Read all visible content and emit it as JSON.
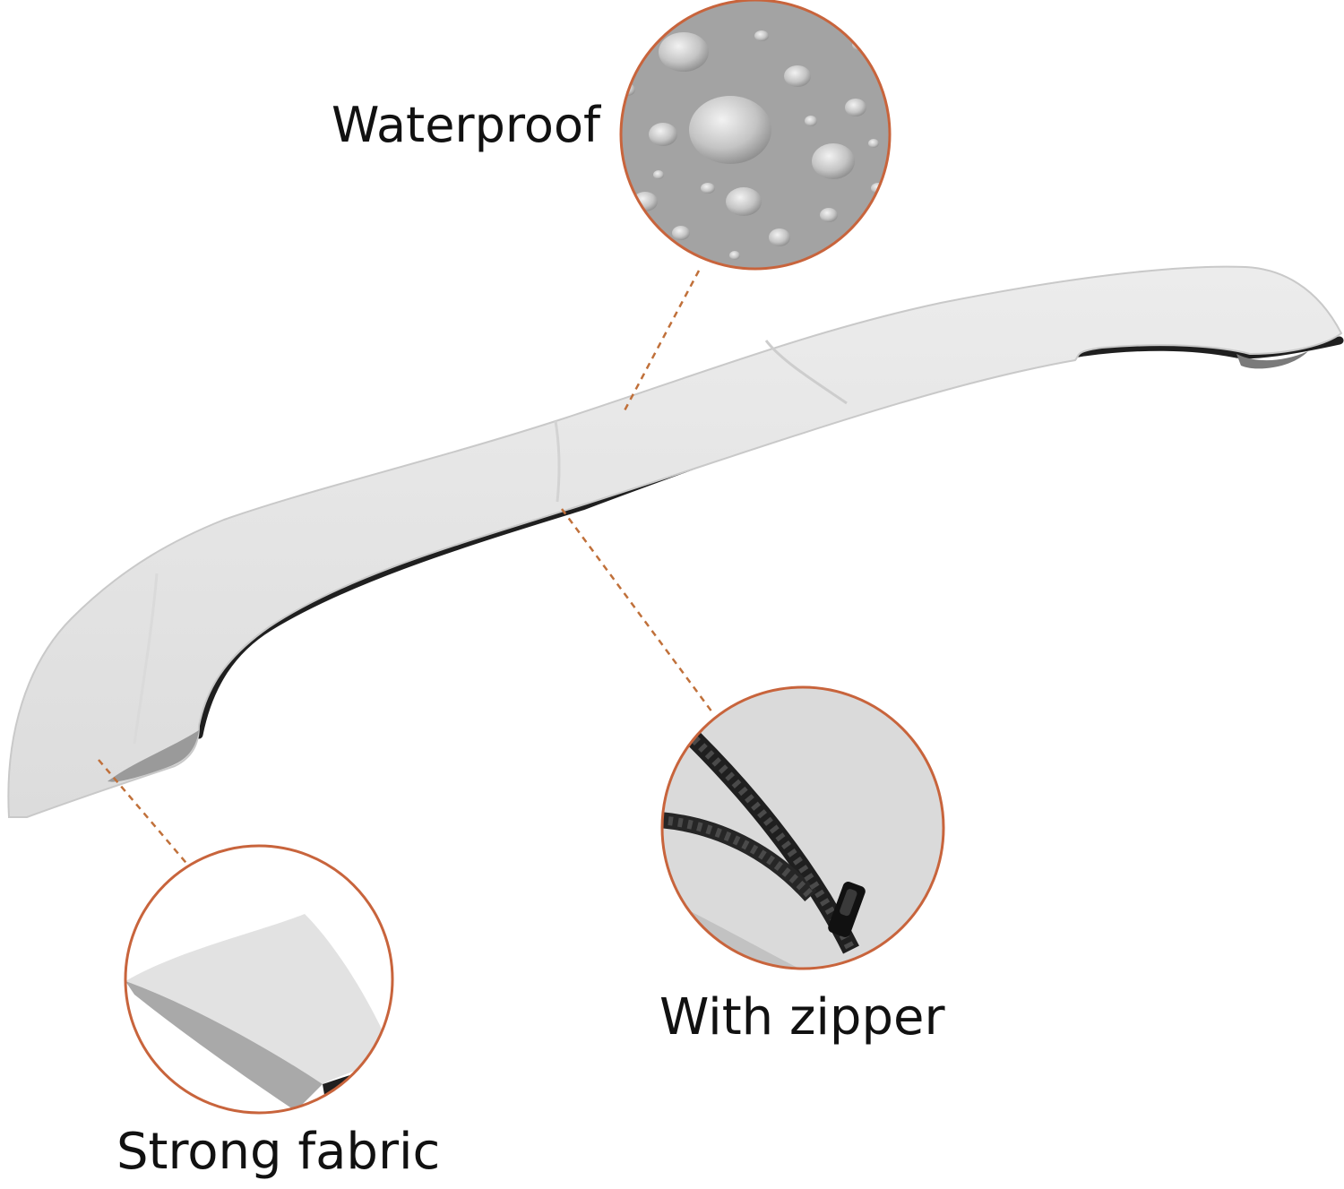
{
  "labels": {
    "waterproof": "Waterproof",
    "zipper": "With zipper",
    "fabric": "Strong fabric"
  },
  "colors": {
    "background": "#ffffff",
    "cover_fabric": "#e6e6e6",
    "cover_shadow": "#cfcfcf",
    "zipper": "#1f1f1f",
    "callout_ring": "#c8643c",
    "leader_line": "#c0703a",
    "water_fabric": "#9a9a9a",
    "text": "#111111"
  },
  "callouts": [
    {
      "name": "waterproof-detail",
      "depicts": "water droplets beading on grey fabric"
    },
    {
      "name": "zipper-detail",
      "depicts": "black zipper with pull tab on grey fabric"
    },
    {
      "name": "fabric-detail",
      "depicts": "folded edge of grey fabric cover"
    }
  ]
}
